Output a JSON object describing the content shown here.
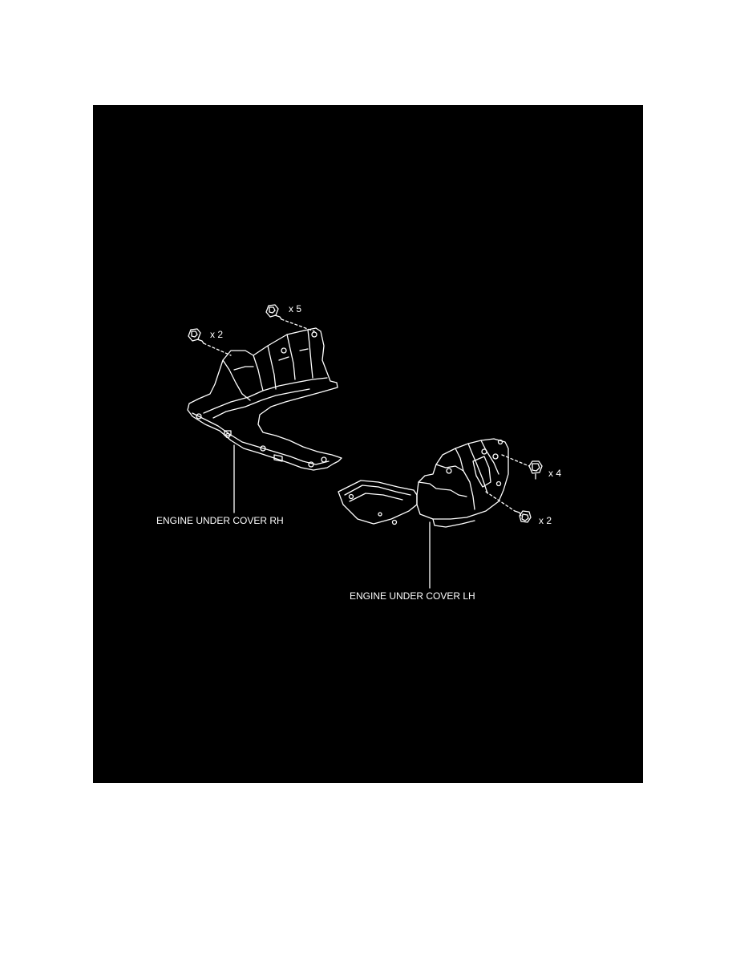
{
  "figure": {
    "background": "#000000",
    "line_color": "#ffffff",
    "parts": [
      {
        "id": "rh",
        "label": "ENGINE UNDER COVER RH"
      },
      {
        "id": "lh",
        "label": "ENGINE UNDER COVER LH"
      }
    ],
    "fasteners": [
      {
        "id": "rh-bolt-a",
        "qty": "x 2",
        "icon": "bolt-icon"
      },
      {
        "id": "rh-bolt-b",
        "qty": "x 5",
        "icon": "bolt-icon"
      },
      {
        "id": "lh-clip",
        "qty": "x 4",
        "icon": "clip-icon"
      },
      {
        "id": "lh-screw",
        "qty": "x 2",
        "icon": "screw-icon"
      }
    ]
  }
}
